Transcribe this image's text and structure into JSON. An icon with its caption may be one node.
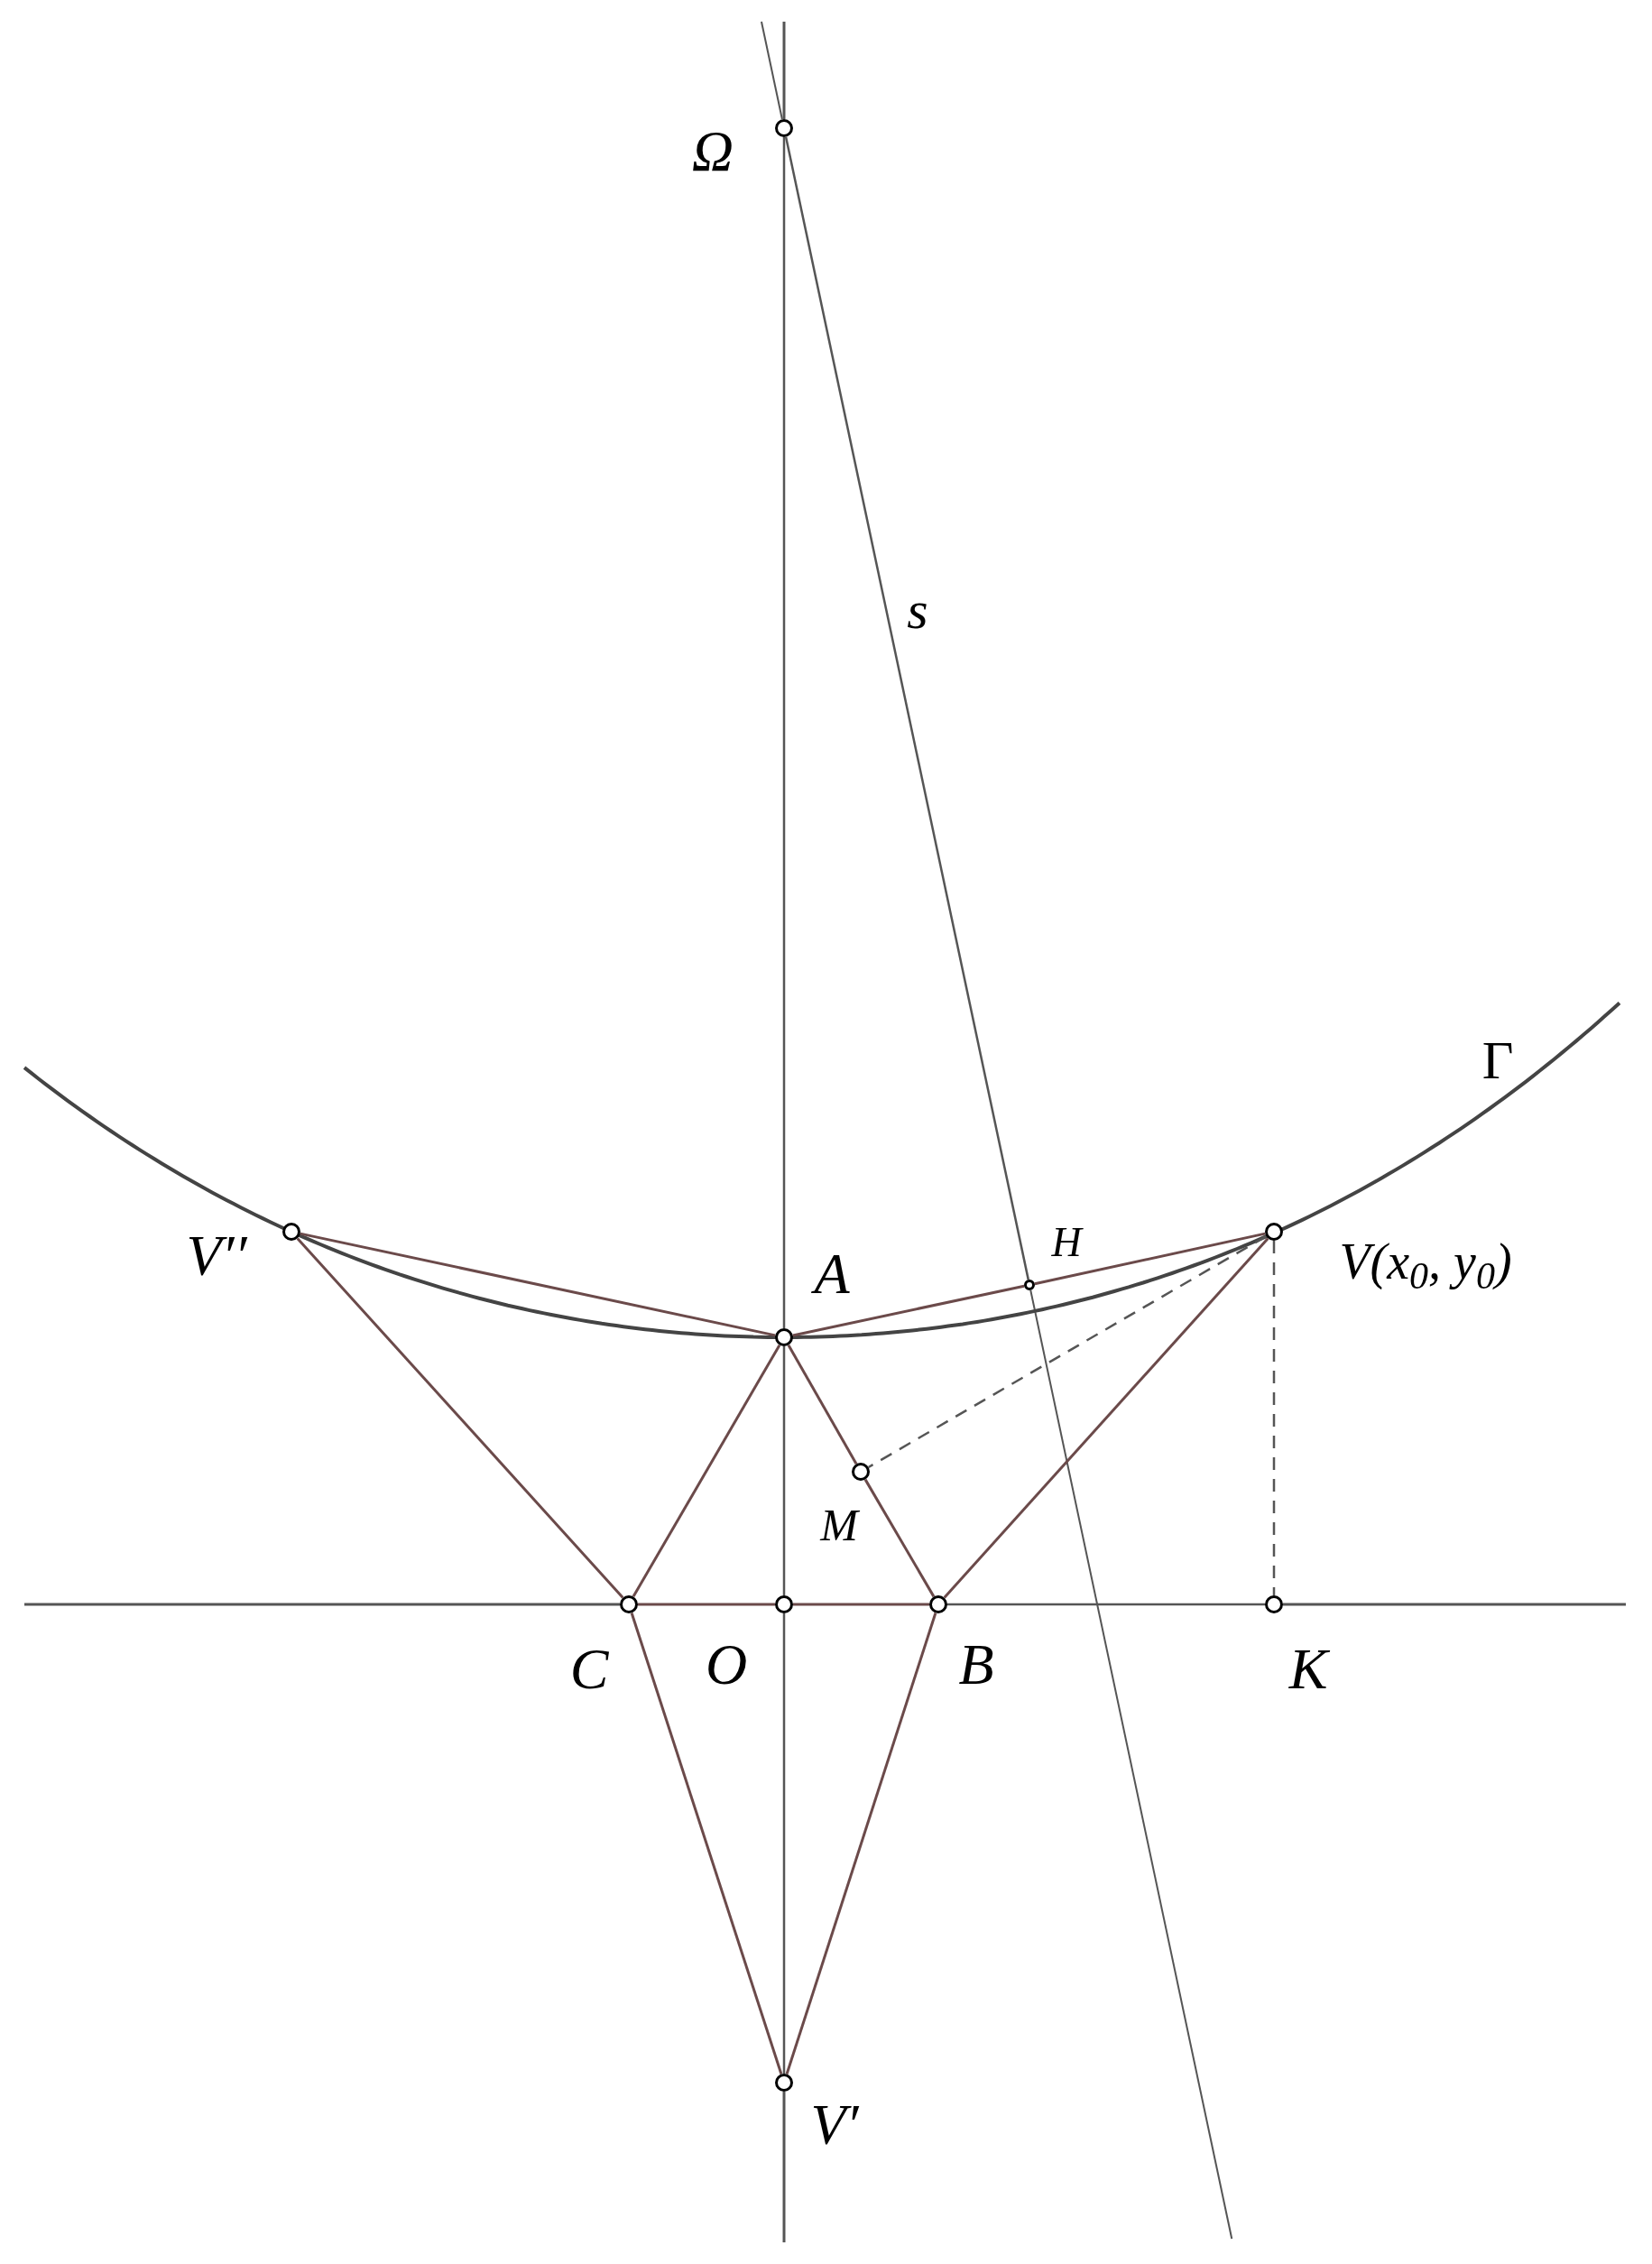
{
  "diagram": {
    "nodes": [
      {
        "text": [],
        "shape": "circle",
        "beside": [
          "Ω"
        ]
      },
      {
        "text": [],
        "shape": "circle",
        "beside": [
          "V′′"
        ]
      },
      {
        "text": [],
        "shape": "circle",
        "beside": [
          "H"
        ]
      },
      {
        "text": [],
        "shape": "circle",
        "beside": [
          "V(x$_{0}$, y$_{0}$)"
        ]
      },
      {
        "text": [],
        "shape": "circle",
        "beside": [
          "A"
        ]
      },
      {
        "text": [],
        "shape": "circle",
        "beside": [
          "M"
        ]
      },
      {
        "text": [],
        "shape": "circle",
        "beside": [
          "C"
        ]
      },
      {
        "text": [],
        "shape": "circle",
        "beside": [
          "O"
        ]
      },
      {
        "text": [],
        "shape": "circle",
        "beside": [
          "B"
        ]
      },
      {
        "text": [],
        "shape": "circle",
        "beside": [
          "K"
        ]
      },
      {
        "text": [],
        "shape": "circle",
        "beside": [
          "V′"
        ]
      }
    ],
    "edges": [
      {
        "from": 1,
        "to": 4,
        "arrow": "none"
      },
      {
        "from": 4,
        "to": 2,
        "arrow": "none"
      },
      {
        "from": 2,
        "to": 3,
        "arrow": "none"
      },
      {
        "from": 1,
        "to": 6,
        "arrow": "none"
      },
      {
        "from": 3,
        "to": 8,
        "arrow": "none"
      },
      {
        "from": 4,
        "to": 6,
        "arrow": "none"
      },
      {
        "from": 4,
        "to": 5,
        "arrow": "none"
      },
      {
        "from": 5,
        "to": 8,
        "arrow": "none"
      },
      {
        "from": 6,
        "to": 7,
        "arrow": "none"
      },
      {
        "from": 7,
        "to": 8,
        "arrow": "none"
      },
      {
        "from": 6,
        "to": 10,
        "arrow": "none"
      },
      {
        "from": 8,
        "to": 10,
        "arrow": "none"
      },
      {
        "from": 3,
        "to": 5,
        "arrow": "none",
        "style": "dashed",
        "color": "#555555"
      },
      {
        "from": 3,
        "to": 9,
        "arrow": "none",
        "style": "dashed",
        "color": "#555555"
      },
      {
        "from": 0,
        "to": 4,
        "arrow": "none",
        "color": "#555555"
      },
      {
        "from": 4,
        "to": 7,
        "arrow": "none",
        "color": "#555555"
      },
      {
        "from": 7,
        "to": 10,
        "arrow": "none",
        "color": "#555555"
      },
      {
        "from": 8,
        "to": 9,
        "arrow": "none",
        "color": "#555555"
      },
      {
        "from": 0,
        "to": 2,
        "arrow": "none",
        "color": "#555555"
      }
    ],
    "labels": [
      "s",
      "Γ"
    ]
  }
}
